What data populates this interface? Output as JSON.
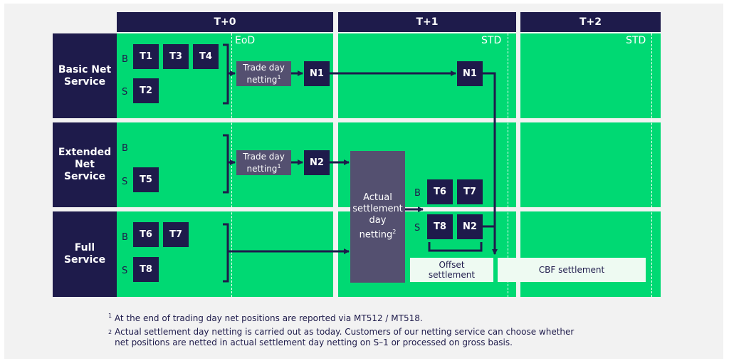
{
  "columns": [
    "T+0",
    "T+1",
    "T+2"
  ],
  "rows": [
    "Basic Net\nService",
    "Extended\nNet\nService",
    "Full\nService"
  ],
  "markers": {
    "eod": "EoD",
    "std": "STD"
  },
  "sides": {
    "buy": "B",
    "sell": "S"
  },
  "trades": {
    "basic_buy": [
      "T1",
      "T3",
      "T4"
    ],
    "basic_sell": [
      "T2"
    ],
    "extended_sell": [
      "T5"
    ],
    "full_buy": [
      "T6",
      "T7"
    ],
    "full_sell": [
      "T8"
    ],
    "t1_buy": [
      "T6",
      "T7"
    ],
    "t1_sell": [
      "T8",
      "N2"
    ]
  },
  "netting": {
    "trade_day": "Trade day\nnetting",
    "trade_day_fn": "1",
    "actual": "Actual\nsettlement\nday\nnetting",
    "actual_fn": "2"
  },
  "nets": {
    "n1": "N1",
    "n2": "N2"
  },
  "settlement": {
    "offset": "Offset\nsettlement",
    "cbf": "CBF settlement"
  },
  "footnotes": {
    "fn1_num": "1",
    "fn1": "At the end of trading day net positions are reported via MT512 / MT518.",
    "fn2_num": "2",
    "fn2": "Actual settlement day netting is carried out as today. Customers of our netting service can choose whether\nnet positions are netted in actual settlement day netting on S–1 or processed on gross basis."
  }
}
